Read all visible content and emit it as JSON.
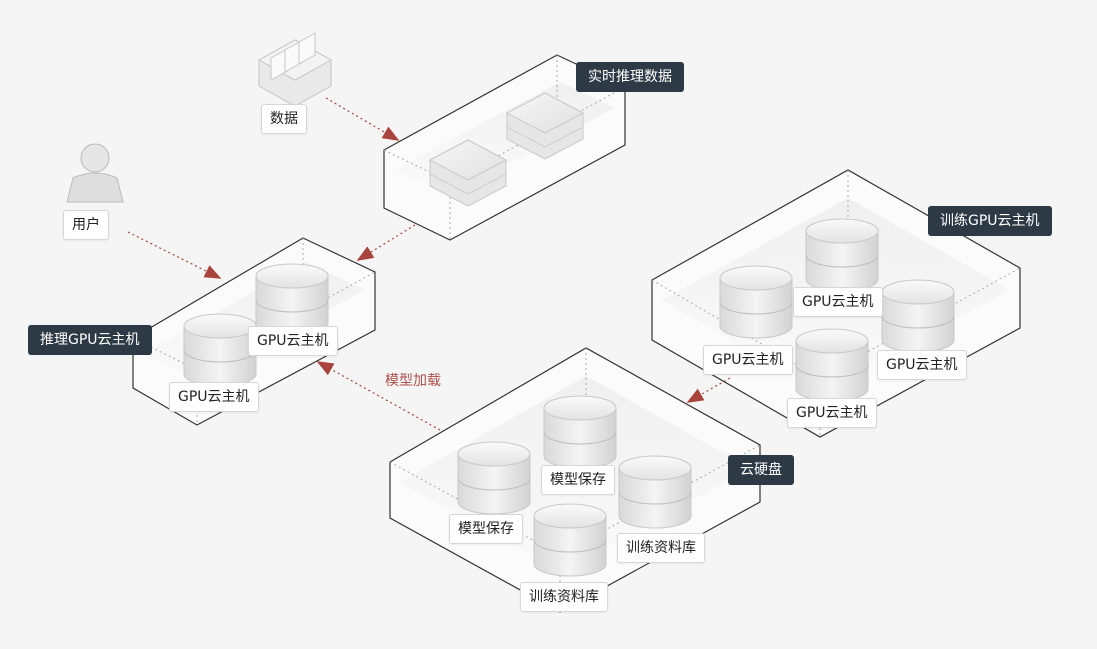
{
  "groups": {
    "realtime": "实时推理数据",
    "inference": "推理GPU云主机",
    "training": "训练GPU云主机",
    "disk": "云硬盘"
  },
  "nodes": {
    "data": "数据",
    "user": "用户",
    "inf_gpu_1": "GPU云主机",
    "inf_gpu_2": "GPU云主机",
    "train_gpu_1": "GPU云主机",
    "train_gpu_2": "GPU云主机",
    "train_gpu_3": "GPU云主机",
    "train_gpu_4": "GPU云主机",
    "model_1": "模型保存",
    "model_2": "模型保存",
    "corpus_1": "训练资料库",
    "corpus_2": "训练资料库"
  },
  "edges": {
    "model_load": "模型加载"
  },
  "colors": {
    "arrow": "#a9443c",
    "tag_bg": "#2d3a46",
    "outline": "#333333"
  },
  "icons": {
    "server": "server-rack-icon",
    "user": "user-icon",
    "disk": "disk-cylinder-icon",
    "box": "server-box-icon"
  }
}
